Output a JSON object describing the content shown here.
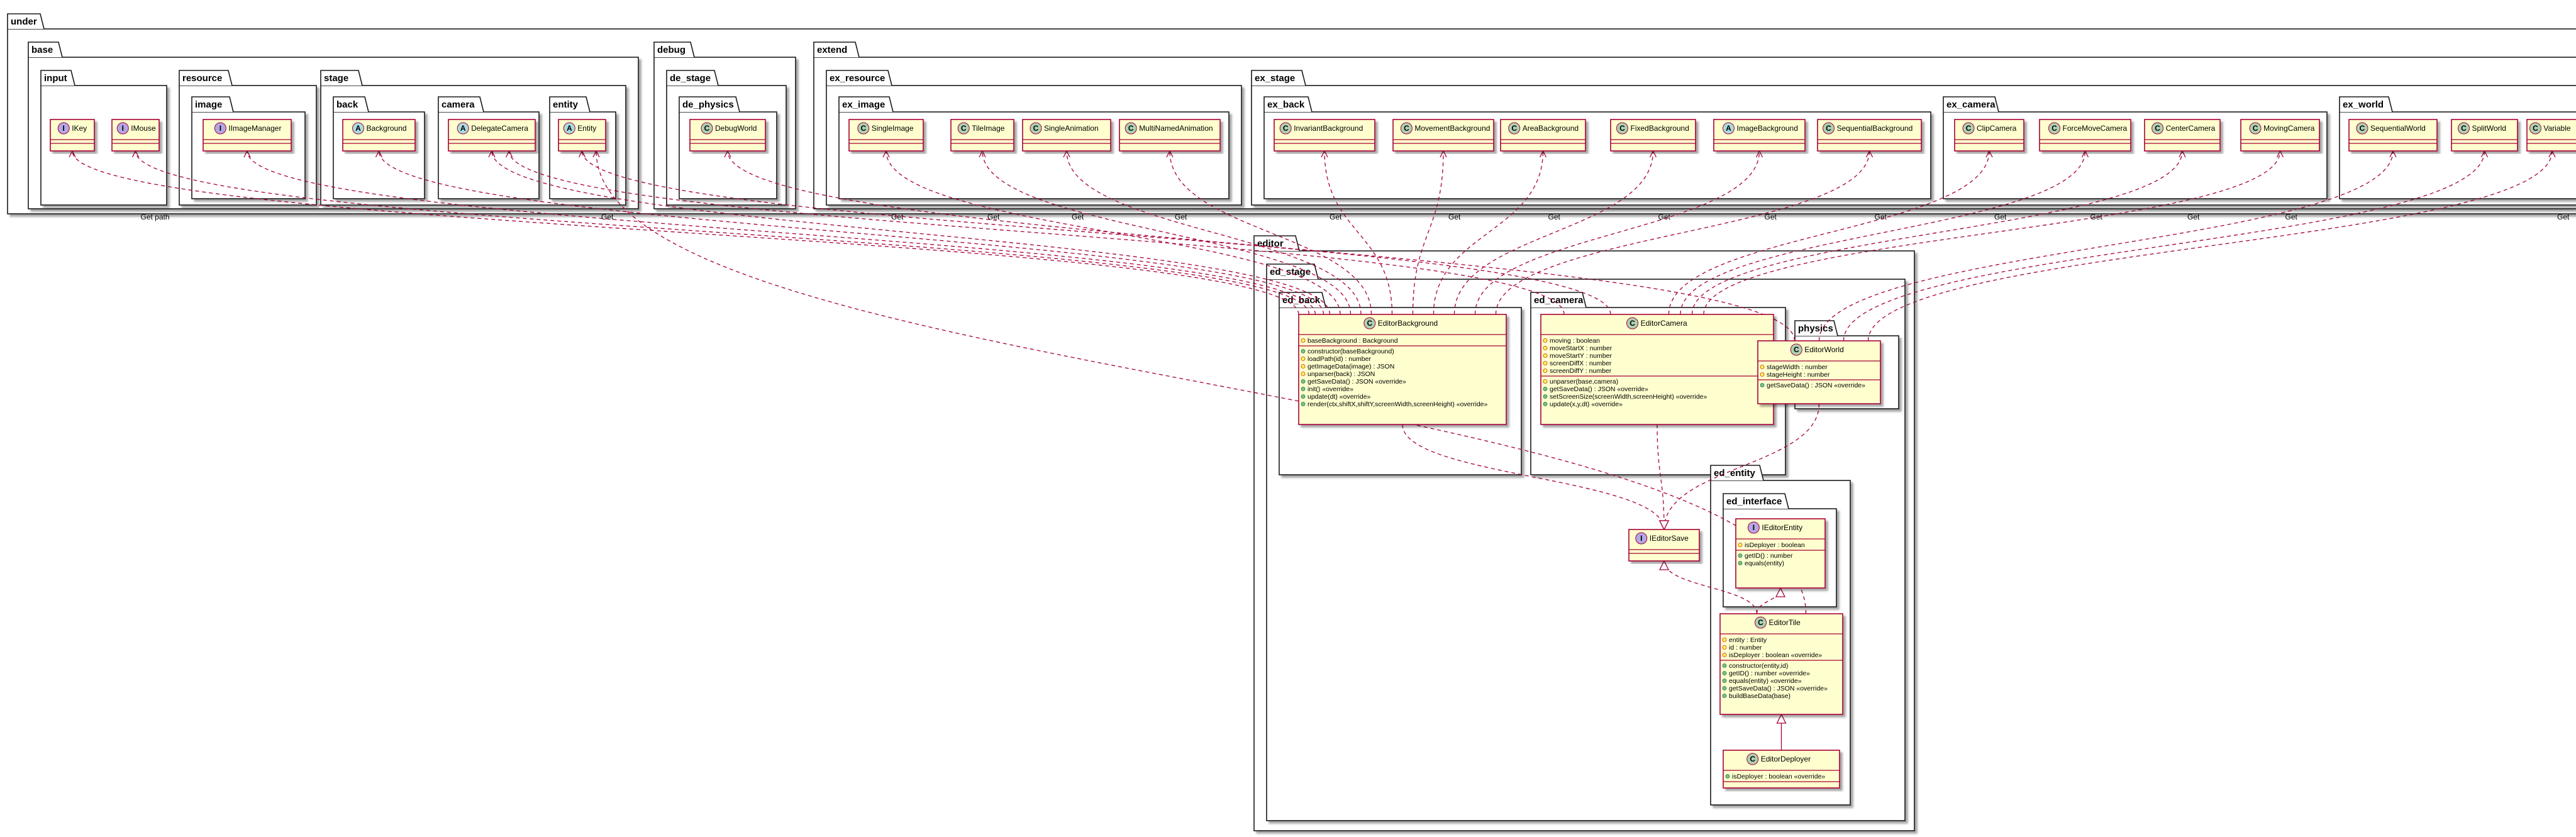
{
  "packages": {
    "under": "under",
    "base": "base",
    "input": "input",
    "resource": "resource",
    "image": "image",
    "stage": "stage",
    "back": "back",
    "camera": "camera",
    "entity": "entity",
    "debug": "debug",
    "de_stage": "de_stage",
    "de_physics": "de_physics",
    "extend": "extend",
    "ex_resource": "ex_resource",
    "ex_image": "ex_image",
    "ex_stage": "ex_stage",
    "ex_back": "ex_back",
    "ex_camera": "ex_camera",
    "ex_world": "ex_world",
    "editor": "editor",
    "ed_stage": "ed_stage",
    "ed_back": "ed_back",
    "ed_camera": "ed_camera",
    "physics": "physics",
    "ed_entity": "ed_entity",
    "ed_interface": "ed_interface"
  },
  "classes": {
    "ikey": {
      "name": "IKey",
      "kind": "I"
    },
    "imouse": {
      "name": "IMouse",
      "kind": "I"
    },
    "iimagemanager": {
      "name": "IImageManager",
      "kind": "I"
    },
    "background": {
      "name": "Background",
      "kind": "A"
    },
    "delegatecamera": {
      "name": "DelegateCamera",
      "kind": "A"
    },
    "entity": {
      "name": "Entity",
      "kind": "A"
    },
    "debugworld": {
      "name": "DebugWorld",
      "kind": "C"
    },
    "singleimage": {
      "name": "SingleImage",
      "kind": "C"
    },
    "tileimage": {
      "name": "TileImage",
      "kind": "C"
    },
    "singleanimation": {
      "name": "SingleAnimation",
      "kind": "C"
    },
    "multinamedanimation": {
      "name": "MultiNamedAnimation",
      "kind": "C"
    },
    "invariantbackground": {
      "name": "InvariantBackground",
      "kind": "C"
    },
    "movementbackground": {
      "name": "MovementBackground",
      "kind": "C"
    },
    "areabackground": {
      "name": "AreaBackground",
      "kind": "C"
    },
    "fixedbackground": {
      "name": "FixedBackground",
      "kind": "C"
    },
    "imagebackground": {
      "name": "ImageBackground",
      "kind": "A"
    },
    "sequentialbackground": {
      "name": "SequentialBackground",
      "kind": "C"
    },
    "clipcamera": {
      "name": "ClipCamera",
      "kind": "C"
    },
    "forcemovecamera": {
      "name": "ForceMoveCamera",
      "kind": "C"
    },
    "centercamera": {
      "name": "CenterCamera",
      "kind": "C"
    },
    "movingcamera": {
      "name": "MovingCamera",
      "kind": "C"
    },
    "sequentialworld": {
      "name": "SequentialWorld",
      "kind": "C"
    },
    "splitworld": {
      "name": "SplitWorld",
      "kind": "C"
    },
    "variable": {
      "name": "Variable",
      "kind": "C"
    },
    "editorbackground": {
      "name": "EditorBackground",
      "kind": "C",
      "fields": [
        {
          "vis": "#",
          "text": "baseBackground : Background"
        }
      ],
      "methods": [
        {
          "vis": "+",
          "text": "constructor(baseBackground)"
        },
        {
          "vis": "#",
          "text": "loadPath(id) : number"
        },
        {
          "vis": "#",
          "text": "getImageData(image) : JSON"
        },
        {
          "vis": "#",
          "text": "unparser(back) : JSON"
        },
        {
          "vis": "+",
          "text": "getSaveData() : JSON «override»"
        },
        {
          "vis": "+",
          "text": "init() «override»"
        },
        {
          "vis": "+",
          "text": "update(dt) «override»"
        },
        {
          "vis": "+",
          "text": "render(ctx,shiftX,shiftY,screenWidth,screenHeight) «override»"
        }
      ]
    },
    "editorcamera": {
      "name": "EditorCamera",
      "kind": "C",
      "fields": [
        {
          "vis": "#",
          "text": "moving : boolean"
        },
        {
          "vis": "#",
          "text": "moveStartX : number"
        },
        {
          "vis": "#",
          "text": "moveStartY : number"
        },
        {
          "vis": "#",
          "text": "screenDiffX : number"
        },
        {
          "vis": "#",
          "text": "screenDiffY : number"
        }
      ],
      "methods": [
        {
          "vis": "#",
          "text": "unparser(base,camera)"
        },
        {
          "vis": "+",
          "text": "getSaveData() : JSON «override»"
        },
        {
          "vis": "+",
          "text": "setScreenSize(screenWidth,screenHeight) «override»"
        },
        {
          "vis": "+",
          "text": "update(x,y,dt) «override»"
        }
      ]
    },
    "editorworld": {
      "name": "EditorWorld",
      "kind": "C",
      "fields": [
        {
          "vis": "#",
          "text": "stageWidth : number"
        },
        {
          "vis": "#",
          "text": "stageHeight : number"
        }
      ],
      "methods": [
        {
          "vis": "+",
          "text": "getSaveData() : JSON «override»"
        }
      ]
    },
    "ieditorsave": {
      "name": "IEditorSave",
      "kind": "I"
    },
    "ieditorentity": {
      "name": "IEditorEntity",
      "kind": "I",
      "fields": [
        {
          "vis": "#",
          "text": "isDeployer : boolean"
        }
      ],
      "methods": [
        {
          "vis": "+",
          "text": "getID() : number"
        },
        {
          "vis": "+",
          "text": "equals(entity)"
        }
      ]
    },
    "editortile": {
      "name": "EditorTile",
      "kind": "C",
      "fields": [
        {
          "vis": "#",
          "text": "entity : Entity"
        },
        {
          "vis": "#",
          "text": "id : number"
        },
        {
          "vis": "#",
          "text": "isDeployer : boolean «override»"
        }
      ],
      "methods": [
        {
          "vis": "+",
          "text": "constructor(entity,id)"
        },
        {
          "vis": "+",
          "text": "getID() : number «override»"
        },
        {
          "vis": "+",
          "text": "equals(entity) «override»"
        },
        {
          "vis": "+",
          "text": "getSaveData() : JSON «override»"
        },
        {
          "vis": "+",
          "text": "buildBaseData(base)"
        }
      ]
    },
    "editordeployer": {
      "name": "EditorDeployer",
      "kind": "C",
      "fields": [
        {
          "vis": "+",
          "text": "isDeployer : boolean «override»"
        }
      ],
      "methods": []
    }
  },
  "edge_labels": {
    "get": "Get",
    "get_path": "Get path"
  },
  "colors": {
    "class_fill": "#fefece",
    "class_border": "#a80036",
    "edge": "#a80036",
    "badge_C": "#add1b2",
    "badge_A": "#a9dcdf",
    "badge_I": "#b4a7e5"
  }
}
